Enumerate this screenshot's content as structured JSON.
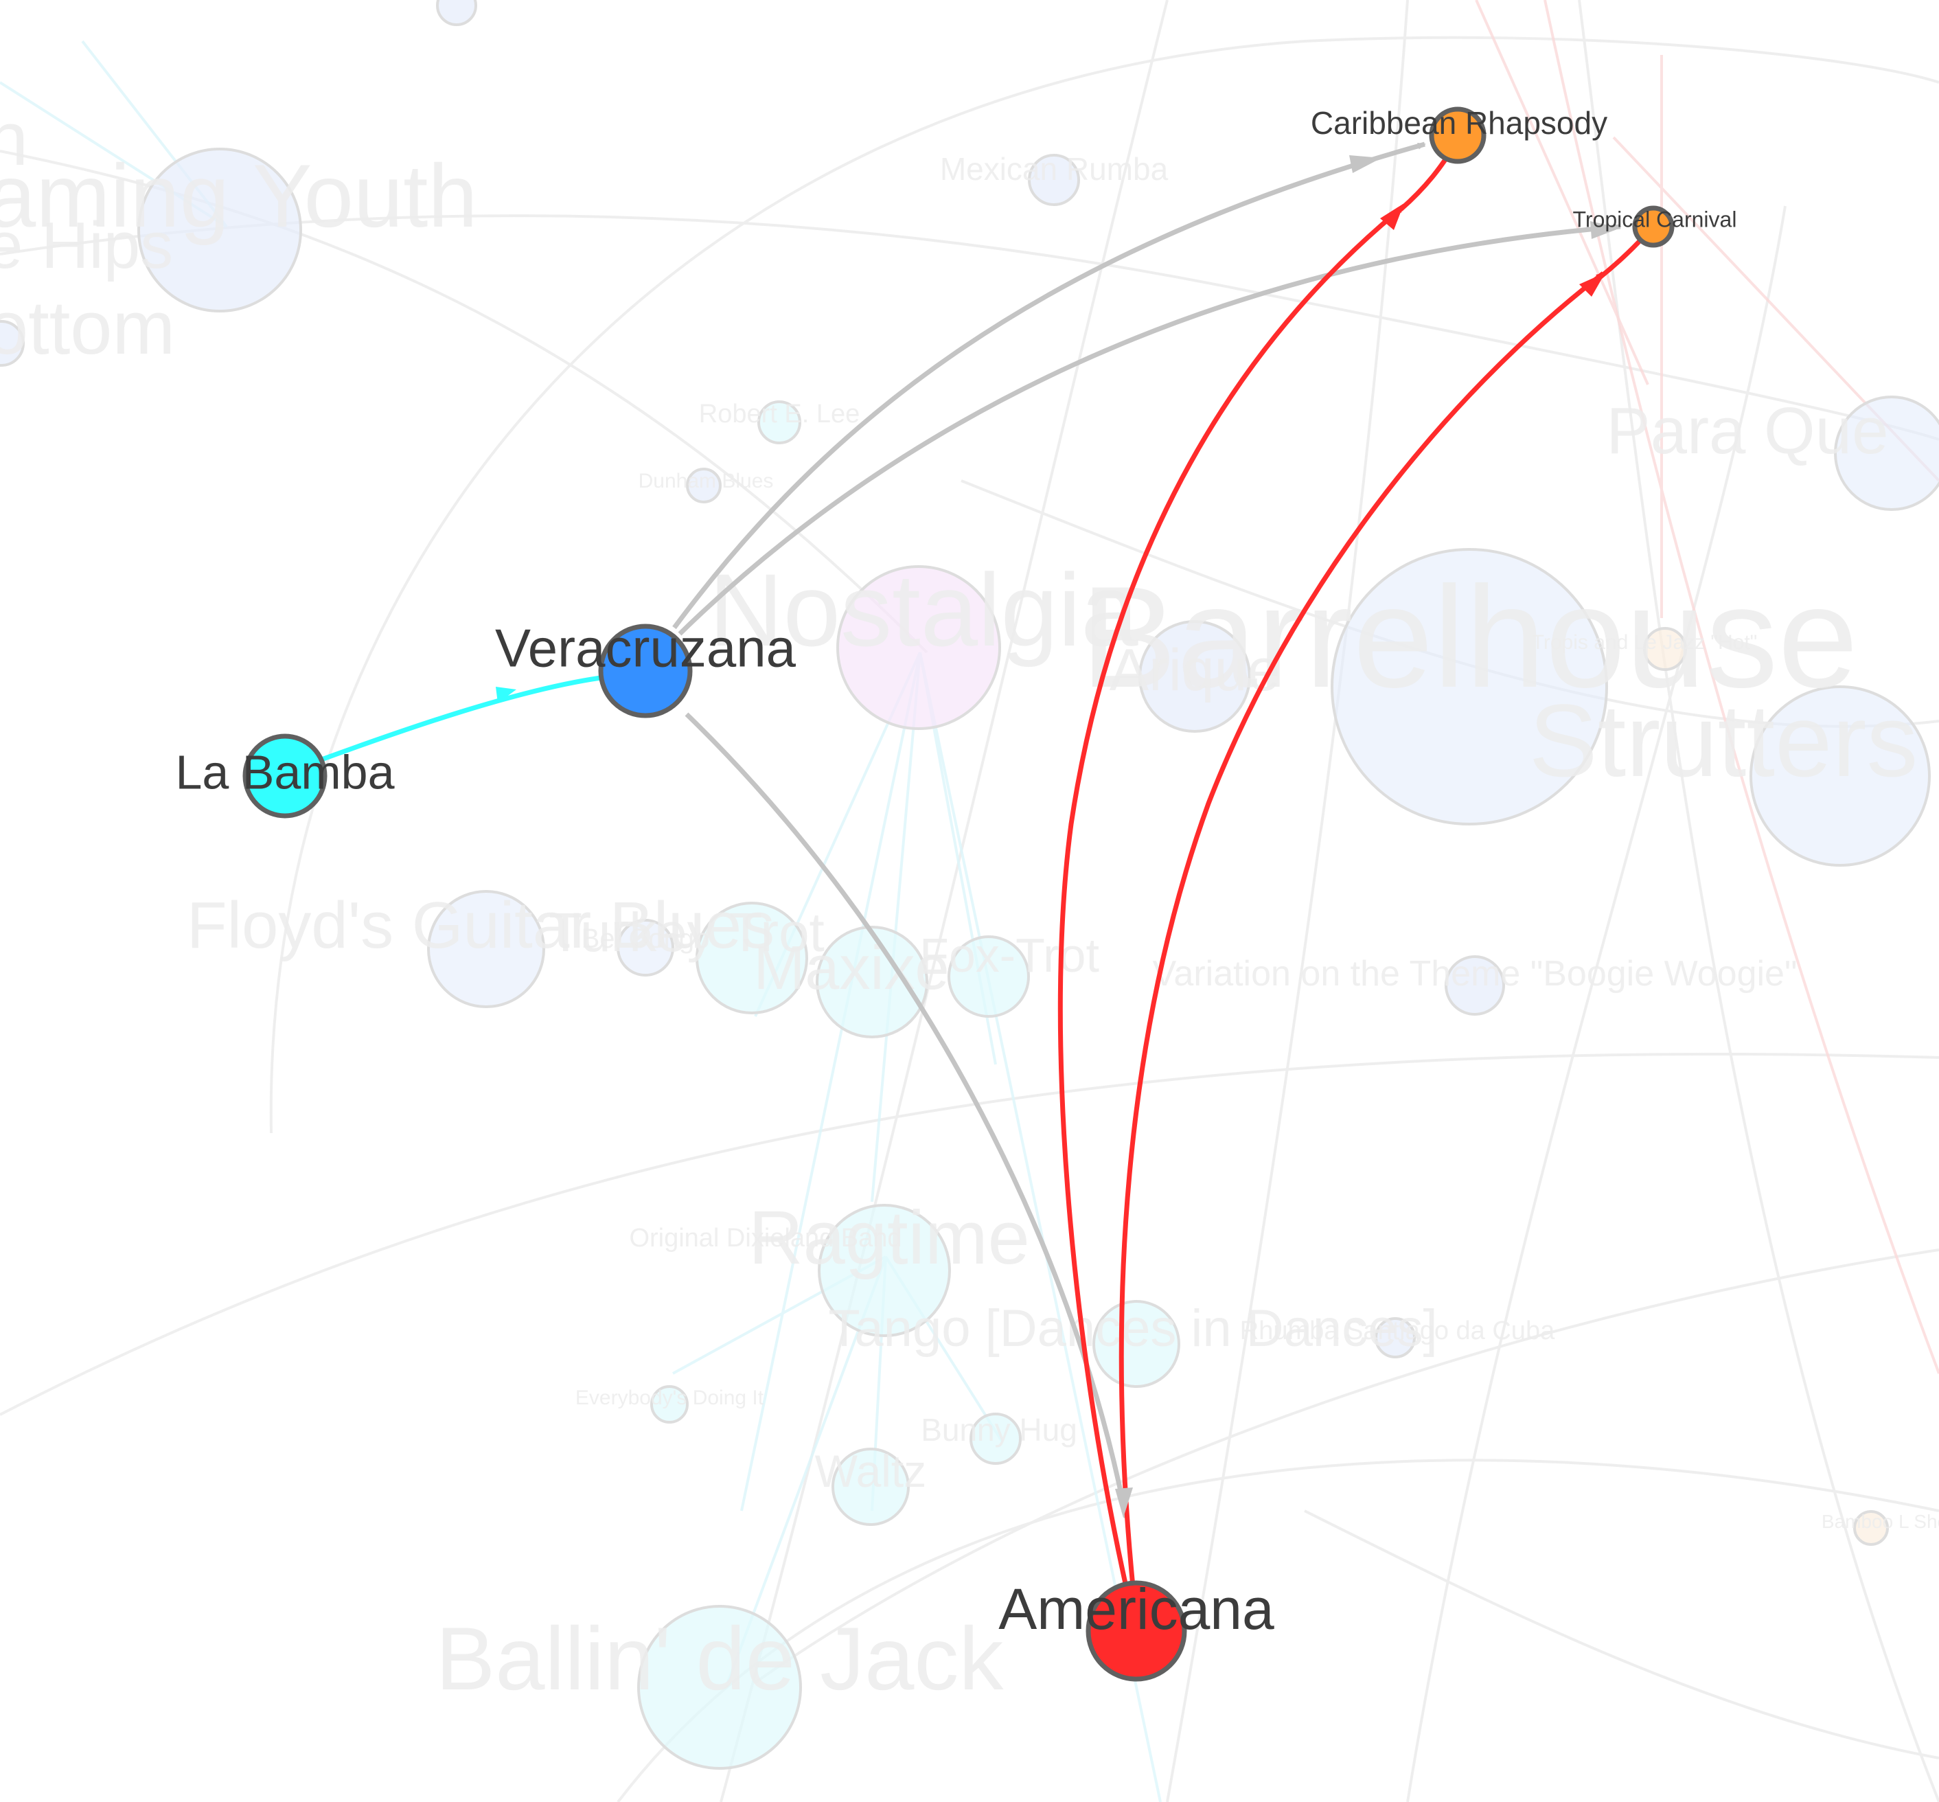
{
  "graph": {
    "highlighted_nodes": [
      {
        "id": "la_bamba",
        "label": "La Bamba",
        "color": "#33ffff"
      },
      {
        "id": "veracruzana",
        "label": "Veracruzana",
        "color": "#3590ff"
      },
      {
        "id": "americana",
        "label": "Americana",
        "color": "#ff2b2b"
      },
      {
        "id": "caribbean_rhapsody",
        "label": "Caribbean Rhapsody",
        "color": "#ff9a2f"
      },
      {
        "id": "tropical_carnival",
        "label": "Tropical Carnival",
        "color": "#ff9a2f"
      }
    ],
    "highlighted_edges": [
      {
        "from": "la_bamba",
        "to": "veracruzana",
        "color": "#33ffff"
      },
      {
        "from": "veracruzana",
        "to": "caribbean_rhapsody",
        "color": "#c4c4c4"
      },
      {
        "from": "veracruzana",
        "to": "tropical_carnival",
        "color": "#c4c4c4"
      },
      {
        "from": "veracruzana",
        "to": "americana",
        "color": "#c4c4c4"
      },
      {
        "from": "americana",
        "to": "caribbean_rhapsody",
        "color": "#ff2b2b"
      },
      {
        "from": "americana",
        "to": "tropical_carnival",
        "color": "#ff2b2b"
      }
    ],
    "background_labels": [
      "aming Youth",
      "e Hips",
      "ottom",
      "h",
      "Mexican Rumba",
      "Robert E. Lee",
      "Dunham Blues",
      "Nostalgia",
      "Barrelhouse",
      "Arique",
      "Strutters",
      "Para Que",
      "Tropis and Le Jazz \"Hot\"",
      "Floyd's Guitar Blues",
      "Turkey Trot",
      "Maxixe",
      "Fox-Trot",
      "Bel Congo",
      "Variation on the Theme \"Boogie Woogie\"",
      "Original Dixieland Band",
      "Ragtime",
      "Tango [Dances in Dances]",
      "Rhumba Santiago da Cuba",
      "Everybody's Doing It",
      "Bunny Hug",
      "Waltz",
      "Ballin' de Jack",
      "Bamboo L Sho"
    ]
  }
}
